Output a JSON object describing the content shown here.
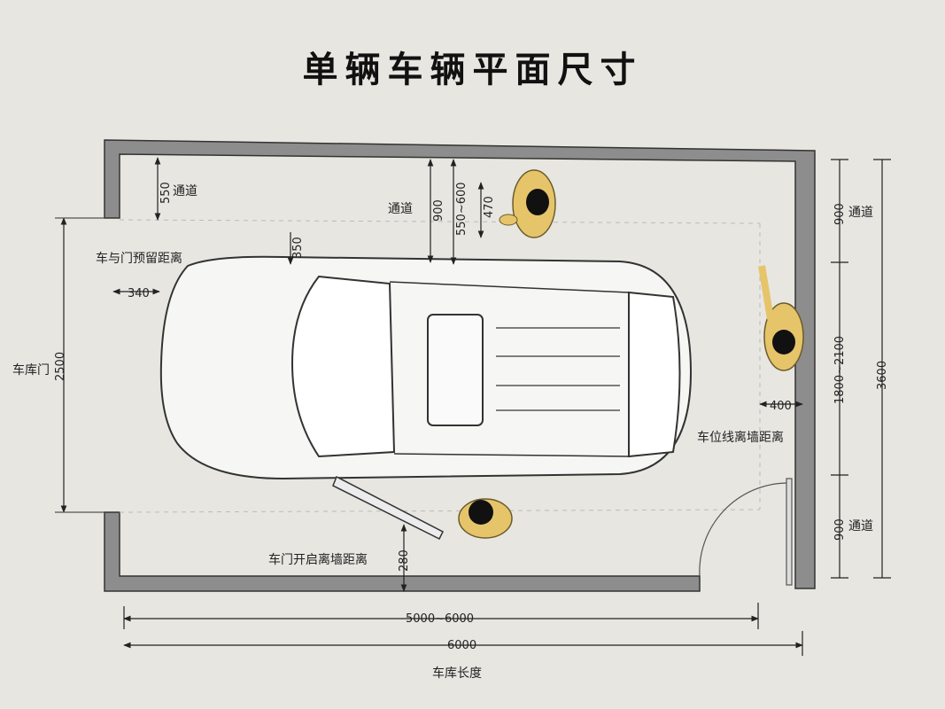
{
  "title": "单辆车辆平面尺寸",
  "labels": {
    "passage": "通道",
    "car_door_reserve": "车与门预留距离",
    "garage_door": "车库门",
    "door_open_wall": "车门开启离墙距离",
    "car_line_wall": "车位线离墙距离",
    "garage_length": "车库长度"
  },
  "dimensions": {
    "d550": "550",
    "d350": "350",
    "d340": "340",
    "d900_center": "900",
    "d550_600": "550~600",
    "d470": "470",
    "d2500": "2500",
    "d280": "280",
    "d400": "400",
    "d900_right_top": "900",
    "d1800_2100": "1800~2100",
    "d900_right_bottom": "900",
    "d3600": "3600",
    "d5000_6000": "5000~6000",
    "d6000": "6000"
  },
  "colors": {
    "wall_fill": "#8d8d8d",
    "line": "#222222",
    "person": "#e6c46a",
    "background": "#e7e6e1"
  }
}
